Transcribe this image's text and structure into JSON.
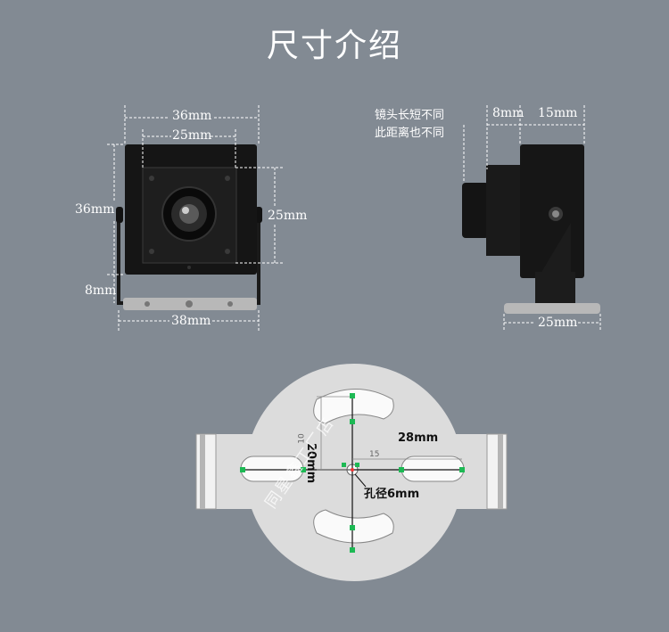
{
  "header": {
    "title": "尺寸介绍"
  },
  "front_view": {
    "width_outer": "36mm",
    "width_inner": "25mm",
    "height_outer": "36mm",
    "height_inner": "25mm",
    "bracket_offset": "8mm",
    "bracket_width": "38mm"
  },
  "side_view": {
    "note_line1": "镜头长短不同",
    "note_line2": "此距离也不同",
    "lens_depth": "8mm",
    "body_depth": "15mm",
    "base_width": "25mm"
  },
  "mount_plate": {
    "vertical_spacing": "20mm",
    "horizontal_spacing": "28mm",
    "hole_diameter": "孔径6mm",
    "drawing_label_vertical": "10",
    "drawing_label_horizontal": "15",
    "watermark": "同星鑫工厂店"
  },
  "colors": {
    "background": "#828a93",
    "plate": "#dcdcdc",
    "accent_green": "#1db954"
  }
}
